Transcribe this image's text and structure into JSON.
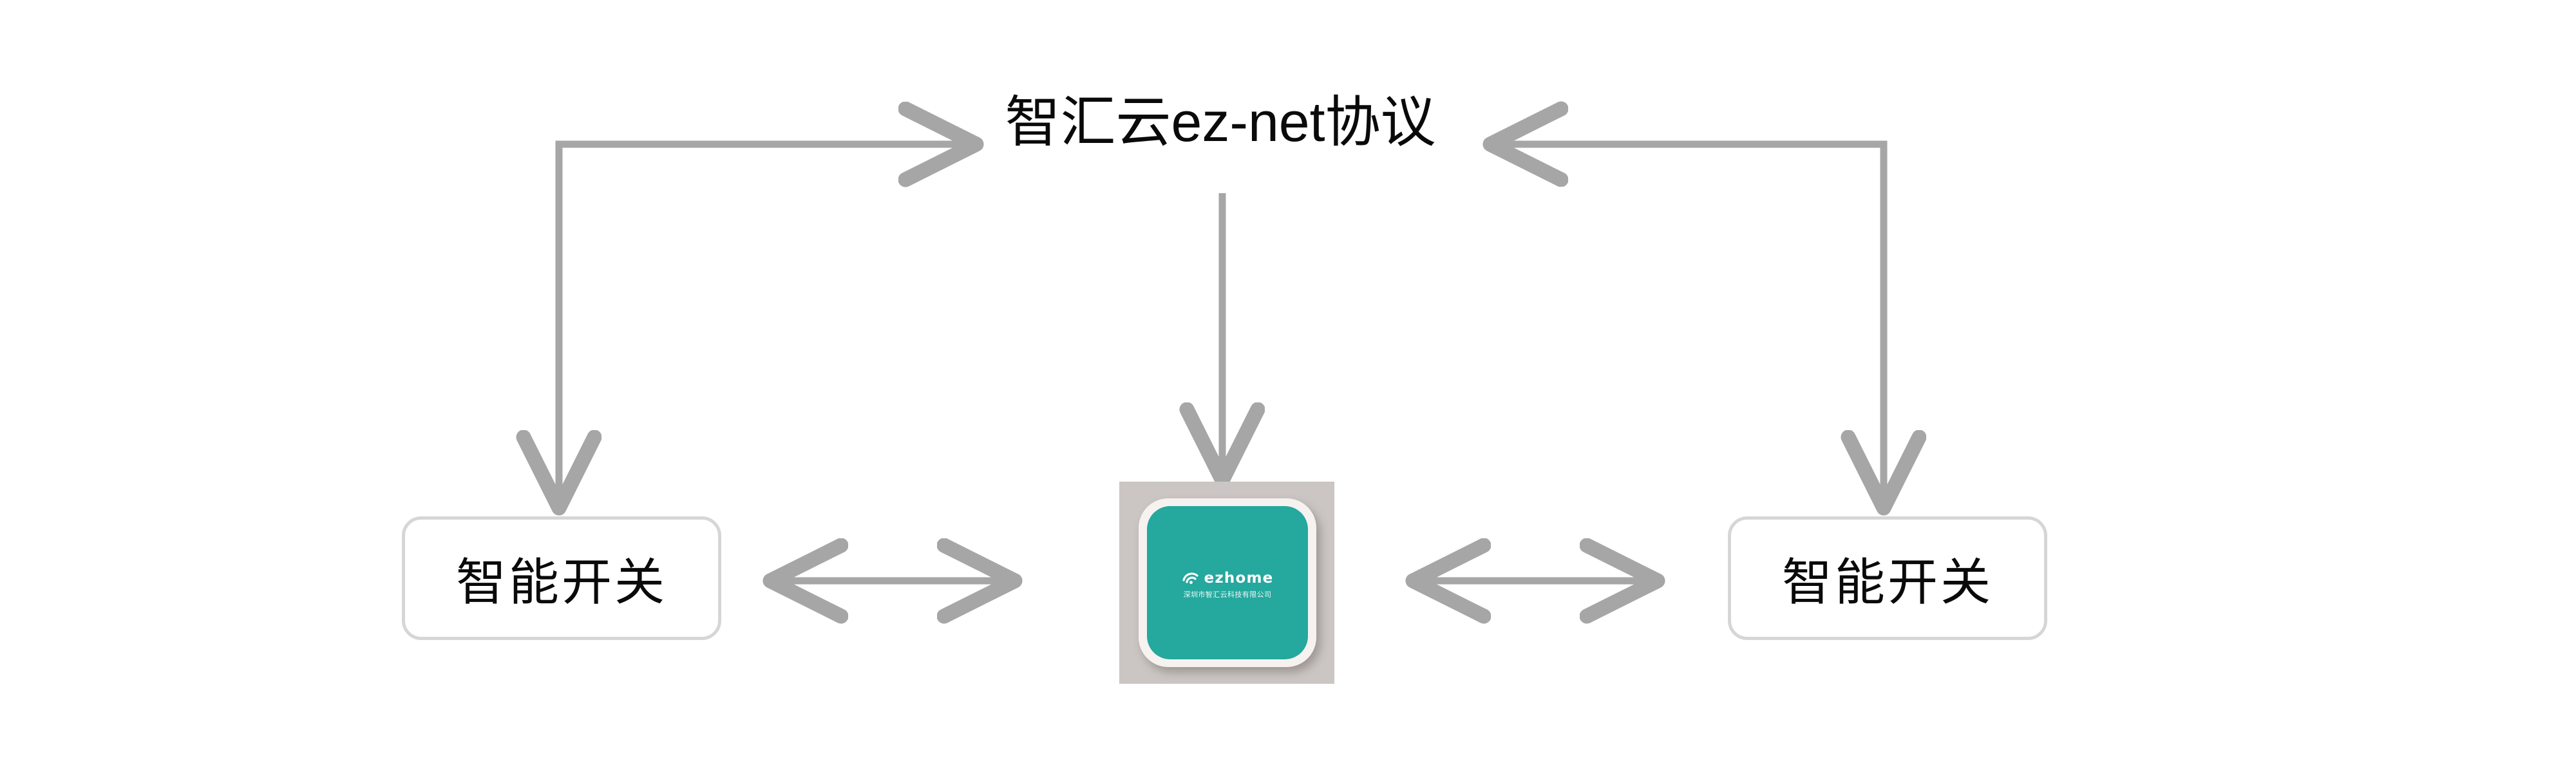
{
  "diagram": {
    "title": "智汇云ez-net协议",
    "protocol_label": "智汇云ez-net协议",
    "background_color": "#ffffff",
    "wire_color": "#a6a6a6",
    "node_border_color": "#d6d6d6",
    "accent_color": "#25a89e",
    "nodes": {
      "left_switch": {
        "label": "智能开关"
      },
      "right_switch": {
        "label": "智能开关"
      },
      "gateway": {
        "brand": "ezhome",
        "company": "深圳市智汇云科技有限公司",
        "icon": "wifi-icon",
        "body_color": "#25a89e",
        "shell_color": "#f6f2f0"
      }
    },
    "connectors": [
      {
        "name": "left-switch-to-protocol",
        "direction": "up-then-right-to-title"
      },
      {
        "name": "right-switch-to-protocol",
        "direction": "up-then-left-to-title"
      },
      {
        "name": "protocol-to-gateway",
        "direction": "down"
      },
      {
        "name": "left-switch-to-gateway",
        "direction": "bidirectional"
      },
      {
        "name": "gateway-to-right-switch",
        "direction": "bidirectional"
      }
    ]
  }
}
